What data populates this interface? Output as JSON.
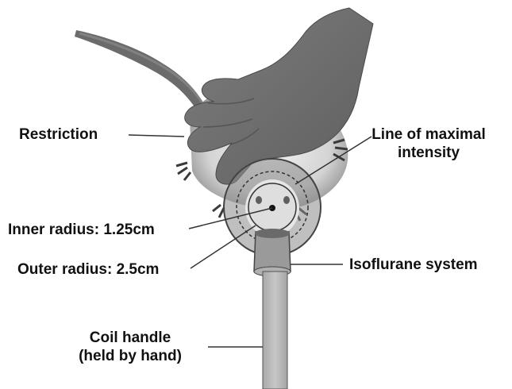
{
  "labels": {
    "restriction": "Restriction",
    "line_of_maximal_intensity": [
      "Line of maximal",
      "intensity"
    ],
    "inner_radius": "Inner radius: 1.25cm",
    "outer_radius": "Outer radius: 2.5cm",
    "isoflurane_system": "Isoflurane system",
    "coil_handle": [
      "Coil handle",
      "(held by hand)"
    ]
  },
  "colors": {
    "glove": "#6f6f6f",
    "coil_outer_fill": "#8a8a8a",
    "coil_inner_fill": "#cfcfcf",
    "handle_fill": "#b9b9b9",
    "tube_fill": "#9a9a9a",
    "leader_line": "#333333"
  }
}
